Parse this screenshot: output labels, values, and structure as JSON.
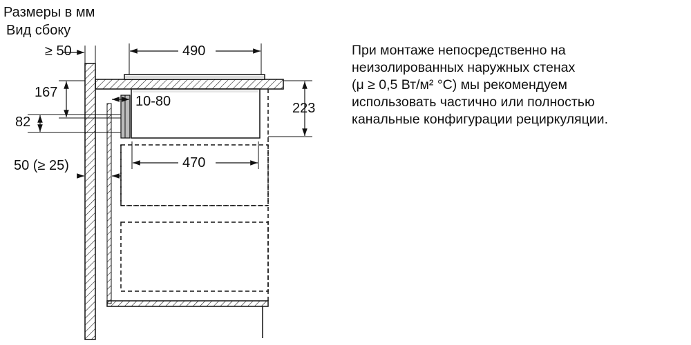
{
  "header": {
    "units_label": "Размеры в мм",
    "view_label": "Вид сбоку"
  },
  "dimensions": {
    "min_wall_gap": "≥ 50",
    "hob_width": "490",
    "height_167": "167",
    "duct_range": "10-80",
    "height_223": "223",
    "height_82": "82",
    "cutout_width": "470",
    "rear_gap": "50 (≥ 25)"
  },
  "note": {
    "lines": [
      "При монтаже непосредственно на",
      "неизолированных наружных стенах",
      "(μ ≥ 0,5 Вт/м² °C) мы рекомендуем",
      "использовать частично или полностью",
      "канальные конфигурации рециркуляции."
    ]
  }
}
